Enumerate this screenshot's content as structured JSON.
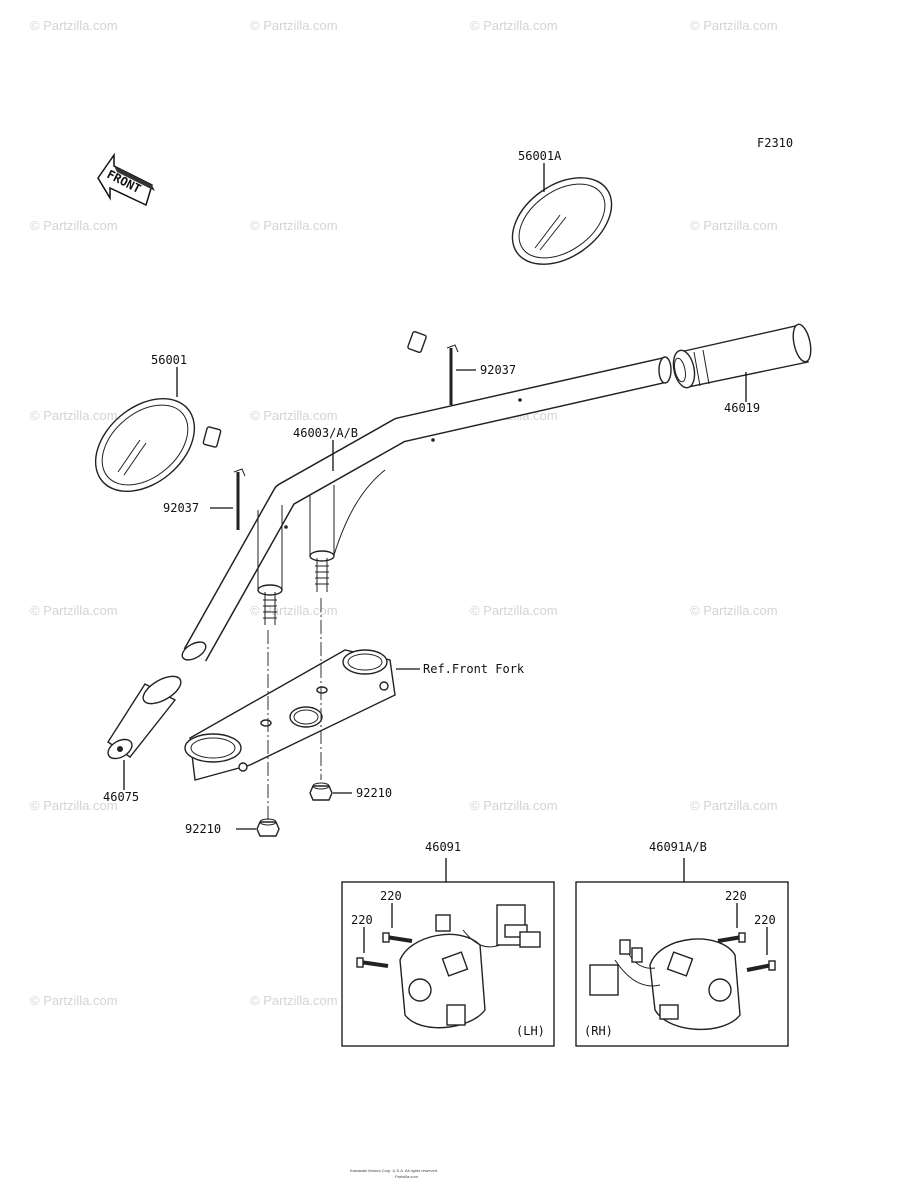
{
  "diagram_code": "F2310",
  "front_arrow_label": "FRONT",
  "watermark_text": "© Partzilla.com",
  "parts": {
    "mirror_right": "56001A",
    "mirror_left": "56001",
    "band_upper": "92037",
    "band_lower": "92037",
    "handlebar": "46003/A/B",
    "grip_right": "46019",
    "grip_left": "46075",
    "front_fork_ref": "Ref.Front Fork",
    "nut_right": "92210",
    "nut_left": "92210",
    "switch_lh": "46091",
    "switch_rh": "46091A/B",
    "screw_lh_1": "220",
    "screw_lh_2": "220",
    "screw_rh_1": "220",
    "screw_rh_2": "220"
  },
  "switch_boxes": {
    "lh_tag": "(LH)",
    "rh_tag": "(RH)"
  },
  "footer_line1": "Kawasaki Motors Corp. U.S.A. All rights reserved.",
  "footer_line2": "Partzilla.com"
}
